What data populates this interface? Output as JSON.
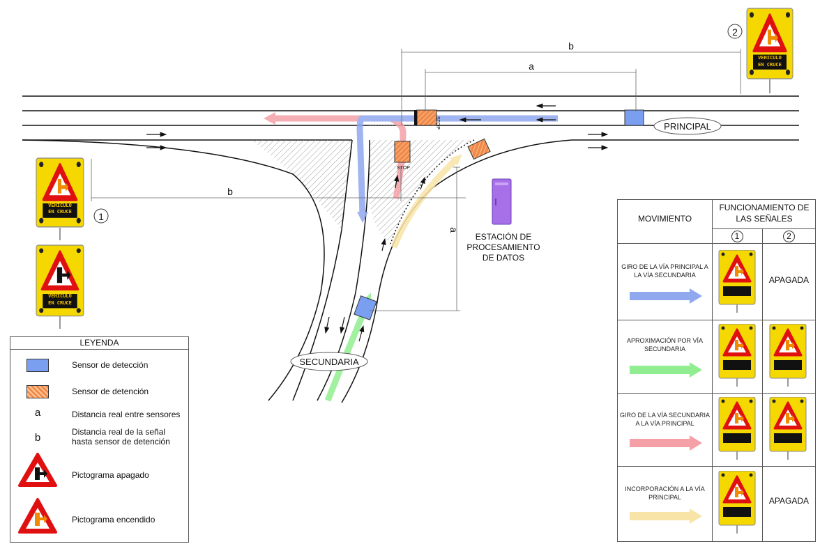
{
  "diagram": {
    "road_main_label": "PRINCIPAL",
    "road_secondary_label": "SECUNDARIA",
    "station_label": [
      "ESTACIÓN DE",
      "PROCESAMIENTO",
      "DE DATOS"
    ],
    "dim_a": "a",
    "dim_b": "b",
    "sign1_number": "1",
    "sign2_number": "2",
    "sign_text_line1": "VEHICULO",
    "sign_text_line2": "EN CRUCE",
    "stop_text": "STOP"
  },
  "legend": {
    "title": "LEYENDA",
    "items": [
      {
        "symbol": "",
        "label": "Sensor de detección"
      },
      {
        "symbol": "",
        "label": "Sensor de detención"
      },
      {
        "symbol": "a",
        "label": "Distancia real entre sensores"
      },
      {
        "symbol": "b",
        "label": "Distancia real de la señal hasta sensor de detención"
      },
      {
        "symbol": "",
        "label": "Pictograma apagado"
      },
      {
        "symbol": "",
        "label": "Pictograma encendido"
      }
    ]
  },
  "table": {
    "col_movement": "MOVIMIENTO",
    "col_function": "FUNCIONAMIENTO DE LAS SEÑALES",
    "sub1": "1",
    "sub2": "2",
    "rows": [
      {
        "label": "GIRO DE LA VÍA PRINCIPAL A LA VÍA SECUNDARIA",
        "color": "#8fa8ee",
        "sign2": "APAGADA"
      },
      {
        "label": "APROXIMACIÓN POR VÍA SECUNDARIA",
        "color": "#90ee90",
        "sign2": ""
      },
      {
        "label": "GIRO DE LA VÍA SECUNDARIA A LA VÍA PRINCIPAL",
        "color": "#f4a0a6",
        "sign2": ""
      },
      {
        "label": "INCORPORACIÓN A LA VÍA PRINCIPAL",
        "color": "#f9e4a8",
        "sign2": "APAGADA"
      }
    ]
  },
  "colors": {
    "detection_sensor": "#7b9ff0",
    "stop_sensor": "#f08a4a",
    "sign_yellow": "#f5d800",
    "sign_red": "#e01010",
    "station": "#a770e8"
  }
}
